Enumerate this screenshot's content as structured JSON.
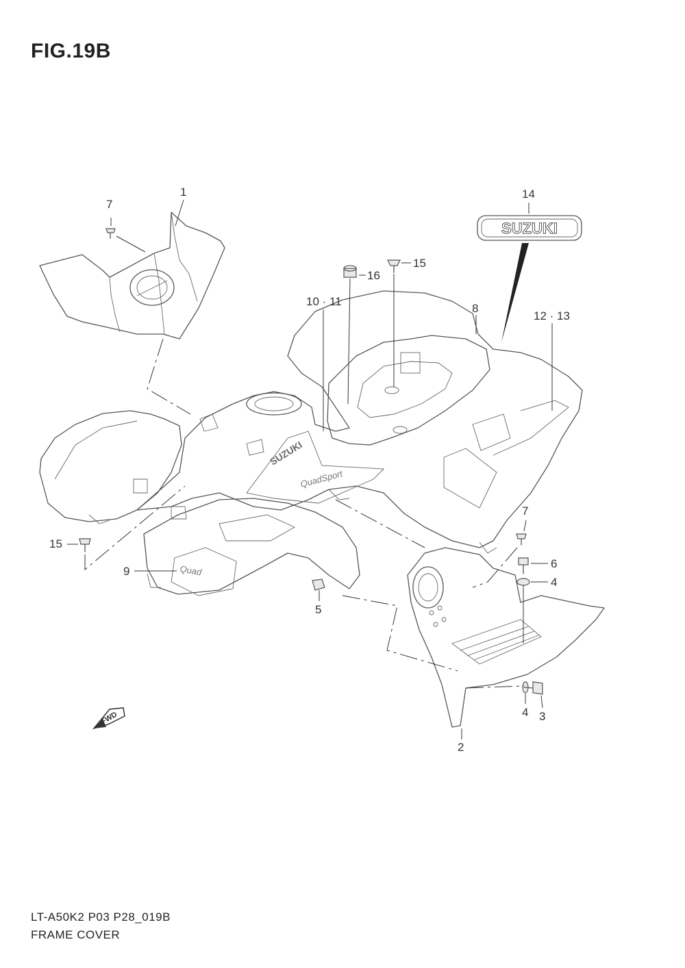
{
  "figure": {
    "title": "FIG.19B",
    "model_code": "LT-A50K2 P03 P28_019B",
    "section_name": "FRAME COVER"
  },
  "callouts": {
    "c1": "1",
    "c2": "2",
    "c3": "3",
    "c4a": "4",
    "c4b": "4",
    "c5": "5",
    "c6": "6",
    "c7a": "7",
    "c7b": "7",
    "c8": "8",
    "c9": "9",
    "c10_11": "10 · 11",
    "c12_13": "12 · 13",
    "c14": "14",
    "c15a": "15",
    "c15b": "15",
    "c16": "16"
  },
  "emblem_text": "SUZUKI",
  "decals": {
    "fender_brand": "SUZUKI",
    "fender_model": "QuadSport"
  },
  "fwd_label": "FWD",
  "colors": {
    "line": "#555555",
    "text": "#222222",
    "background": "#ffffff"
  }
}
